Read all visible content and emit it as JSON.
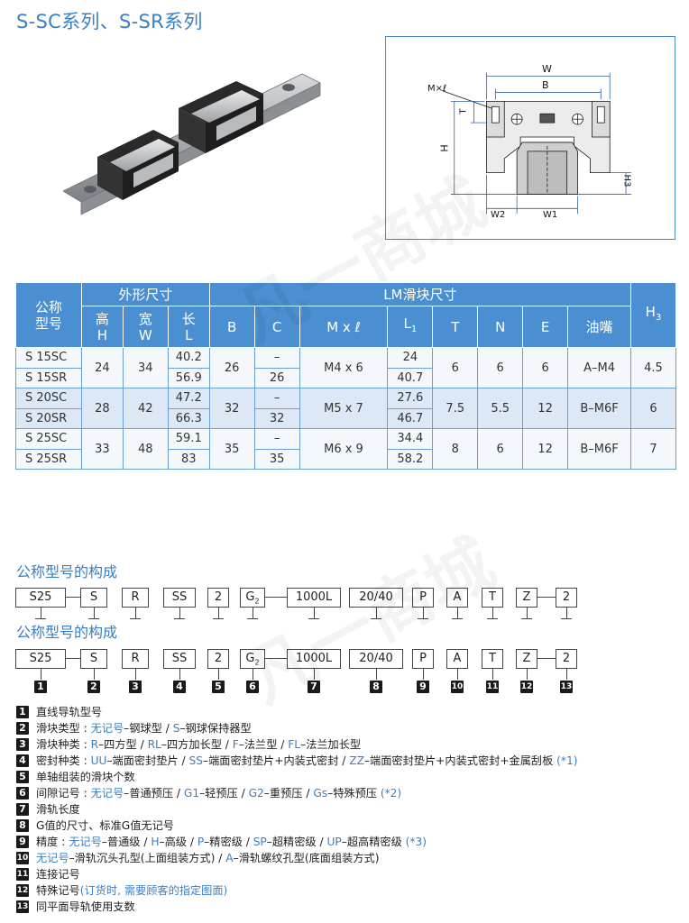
{
  "title": "S-SC系列、S-SR系列",
  "diagram": {
    "W": "W",
    "B": "B",
    "Mxl": "M×ℓ",
    "T": "T",
    "H": "H",
    "H3": "H3",
    "W2": "W2",
    "W1": "W1"
  },
  "table": {
    "header": {
      "model": "公称\n型号",
      "outer": "外形尺寸",
      "lm": "LM滑块尺寸",
      "H": "高\nH",
      "W": "宽\nW",
      "L": "长\nL",
      "B": "B",
      "C": "C",
      "Mxl": "M x ℓ",
      "L1": "L1",
      "T": "T",
      "N": "N",
      "E": "E",
      "grease": "油嘴",
      "H3": "H3"
    },
    "groups": [
      {
        "models": [
          "S 15SC",
          "S 15SR"
        ],
        "H": "24",
        "W": "34",
        "L": [
          "40.2",
          "56.9"
        ],
        "B": "26",
        "C": [
          "–",
          "26"
        ],
        "Mxl": "M4 x 6",
        "L1": [
          "24",
          "40.7"
        ],
        "T": "6",
        "N": "6",
        "E": "6",
        "grease": "A–M4",
        "H3": "4.5"
      },
      {
        "models": [
          "S 20SC",
          "S 20SR"
        ],
        "H": "28",
        "W": "42",
        "L": [
          "47.2",
          "66.3"
        ],
        "B": "32",
        "C": [
          "–",
          "32"
        ],
        "Mxl": "M5 x 7",
        "L1": [
          "27.6",
          "46.7"
        ],
        "T": "7.5",
        "N": "5.5",
        "E": "12",
        "grease": "B–M6F",
        "H3": "6"
      },
      {
        "models": [
          "S 25SC",
          "S 25SR"
        ],
        "H": "33",
        "W": "48",
        "L": [
          "59.1",
          "83"
        ],
        "B": "35",
        "C": [
          "–",
          "35"
        ],
        "Mxl": "M6 x 9",
        "L1": [
          "34.4",
          "58.2"
        ],
        "T": "8",
        "N": "6",
        "E": "12",
        "grease": "B–M6F",
        "H3": "7"
      }
    ]
  },
  "composition": {
    "title": "公称型号的构成",
    "codes": [
      "S25",
      "S",
      "R",
      "SS",
      "2",
      "G2",
      "1000L",
      "20/40",
      "P",
      "A",
      "T",
      "Z",
      "2"
    ],
    "numbers": [
      "1",
      "2",
      "3",
      "4",
      "5",
      "6",
      "7",
      "8",
      "9",
      "10",
      "11",
      "12",
      "13"
    ]
  },
  "legend": [
    {
      "n": "1",
      "parts": [
        {
          "t": "直线导轨型号",
          "c": "k"
        }
      ]
    },
    {
      "n": "2",
      "parts": [
        {
          "t": "滑块类型 : ",
          "c": "k"
        },
        {
          "t": "无记号",
          "c": "b"
        },
        {
          "t": "–钢球型 / ",
          "c": "k"
        },
        {
          "t": "S",
          "c": "b"
        },
        {
          "t": "–钢球保持器型",
          "c": "k"
        }
      ]
    },
    {
      "n": "3",
      "parts": [
        {
          "t": "滑块种类 : ",
          "c": "k"
        },
        {
          "t": "R",
          "c": "b"
        },
        {
          "t": "–四方型 / ",
          "c": "k"
        },
        {
          "t": "RL",
          "c": "b"
        },
        {
          "t": "–四方加长型 / ",
          "c": "k"
        },
        {
          "t": "F",
          "c": "b"
        },
        {
          "t": "–法兰型 / ",
          "c": "k"
        },
        {
          "t": "FL",
          "c": "b"
        },
        {
          "t": "–法兰加长型",
          "c": "k"
        }
      ]
    },
    {
      "n": "4",
      "parts": [
        {
          "t": "密封种类 : ",
          "c": "k"
        },
        {
          "t": "UU",
          "c": "b"
        },
        {
          "t": "–端面密封垫片 / ",
          "c": "k"
        },
        {
          "t": "SS",
          "c": "b"
        },
        {
          "t": "–端面密封垫片+内装式密封 / ",
          "c": "k"
        },
        {
          "t": "ZZ",
          "c": "b"
        },
        {
          "t": "–端面密封垫片+内装式密封+金属刮板 ",
          "c": "k"
        },
        {
          "t": "(*1)",
          "c": "b"
        }
      ]
    },
    {
      "n": "5",
      "parts": [
        {
          "t": "单轴组装的滑块个数",
          "c": "k"
        }
      ]
    },
    {
      "n": "6",
      "parts": [
        {
          "t": "间隙记号 : ",
          "c": "k"
        },
        {
          "t": "无记号",
          "c": "b"
        },
        {
          "t": "–普通预压 / ",
          "c": "k"
        },
        {
          "t": "G1",
          "c": "b"
        },
        {
          "t": "–轻预压 / ",
          "c": "k"
        },
        {
          "t": "G2",
          "c": "b"
        },
        {
          "t": "–重预压 / ",
          "c": "k"
        },
        {
          "t": "Gs",
          "c": "b"
        },
        {
          "t": "–特殊预压 ",
          "c": "k"
        },
        {
          "t": "(*2)",
          "c": "b"
        }
      ]
    },
    {
      "n": "7",
      "parts": [
        {
          "t": "滑轨长度",
          "c": "k"
        }
      ]
    },
    {
      "n": "8",
      "parts": [
        {
          "t": "G值的尺寸、标准G值无记号",
          "c": "k"
        }
      ]
    },
    {
      "n": "9",
      "parts": [
        {
          "t": "精度 : ",
          "c": "k"
        },
        {
          "t": "无记号",
          "c": "b"
        },
        {
          "t": "–普通级 / ",
          "c": "k"
        },
        {
          "t": "H",
          "c": "b"
        },
        {
          "t": "–高级 / ",
          "c": "k"
        },
        {
          "t": "P",
          "c": "b"
        },
        {
          "t": "–精密级 / ",
          "c": "k"
        },
        {
          "t": "SP",
          "c": "b"
        },
        {
          "t": "–超精密级 / ",
          "c": "k"
        },
        {
          "t": "UP",
          "c": "b"
        },
        {
          "t": "–超高精密级 ",
          "c": "k"
        },
        {
          "t": "(*3)",
          "c": "b"
        }
      ]
    },
    {
      "n": "10",
      "parts": [
        {
          "t": "无记号",
          "c": "b"
        },
        {
          "t": "–滑轨沉头孔型(上面组装方式) / ",
          "c": "k"
        },
        {
          "t": "A",
          "c": "b"
        },
        {
          "t": "–滑轨螺纹孔型(底面组装方式)",
          "c": "k"
        }
      ]
    },
    {
      "n": "11",
      "parts": [
        {
          "t": "连接记号",
          "c": "k"
        }
      ]
    },
    {
      "n": "12",
      "parts": [
        {
          "t": "特殊记号",
          "c": "k"
        },
        {
          "t": "(订货时, 需要顾客的指定图面)",
          "c": "b"
        }
      ]
    },
    {
      "n": "13",
      "parts": [
        {
          "t": "同平面导轨使用支数",
          "c": "k"
        }
      ]
    }
  ],
  "watermark": "凡一商城",
  "colors": {
    "accent": "#3a7fc4",
    "header": "#4a8fd1"
  }
}
